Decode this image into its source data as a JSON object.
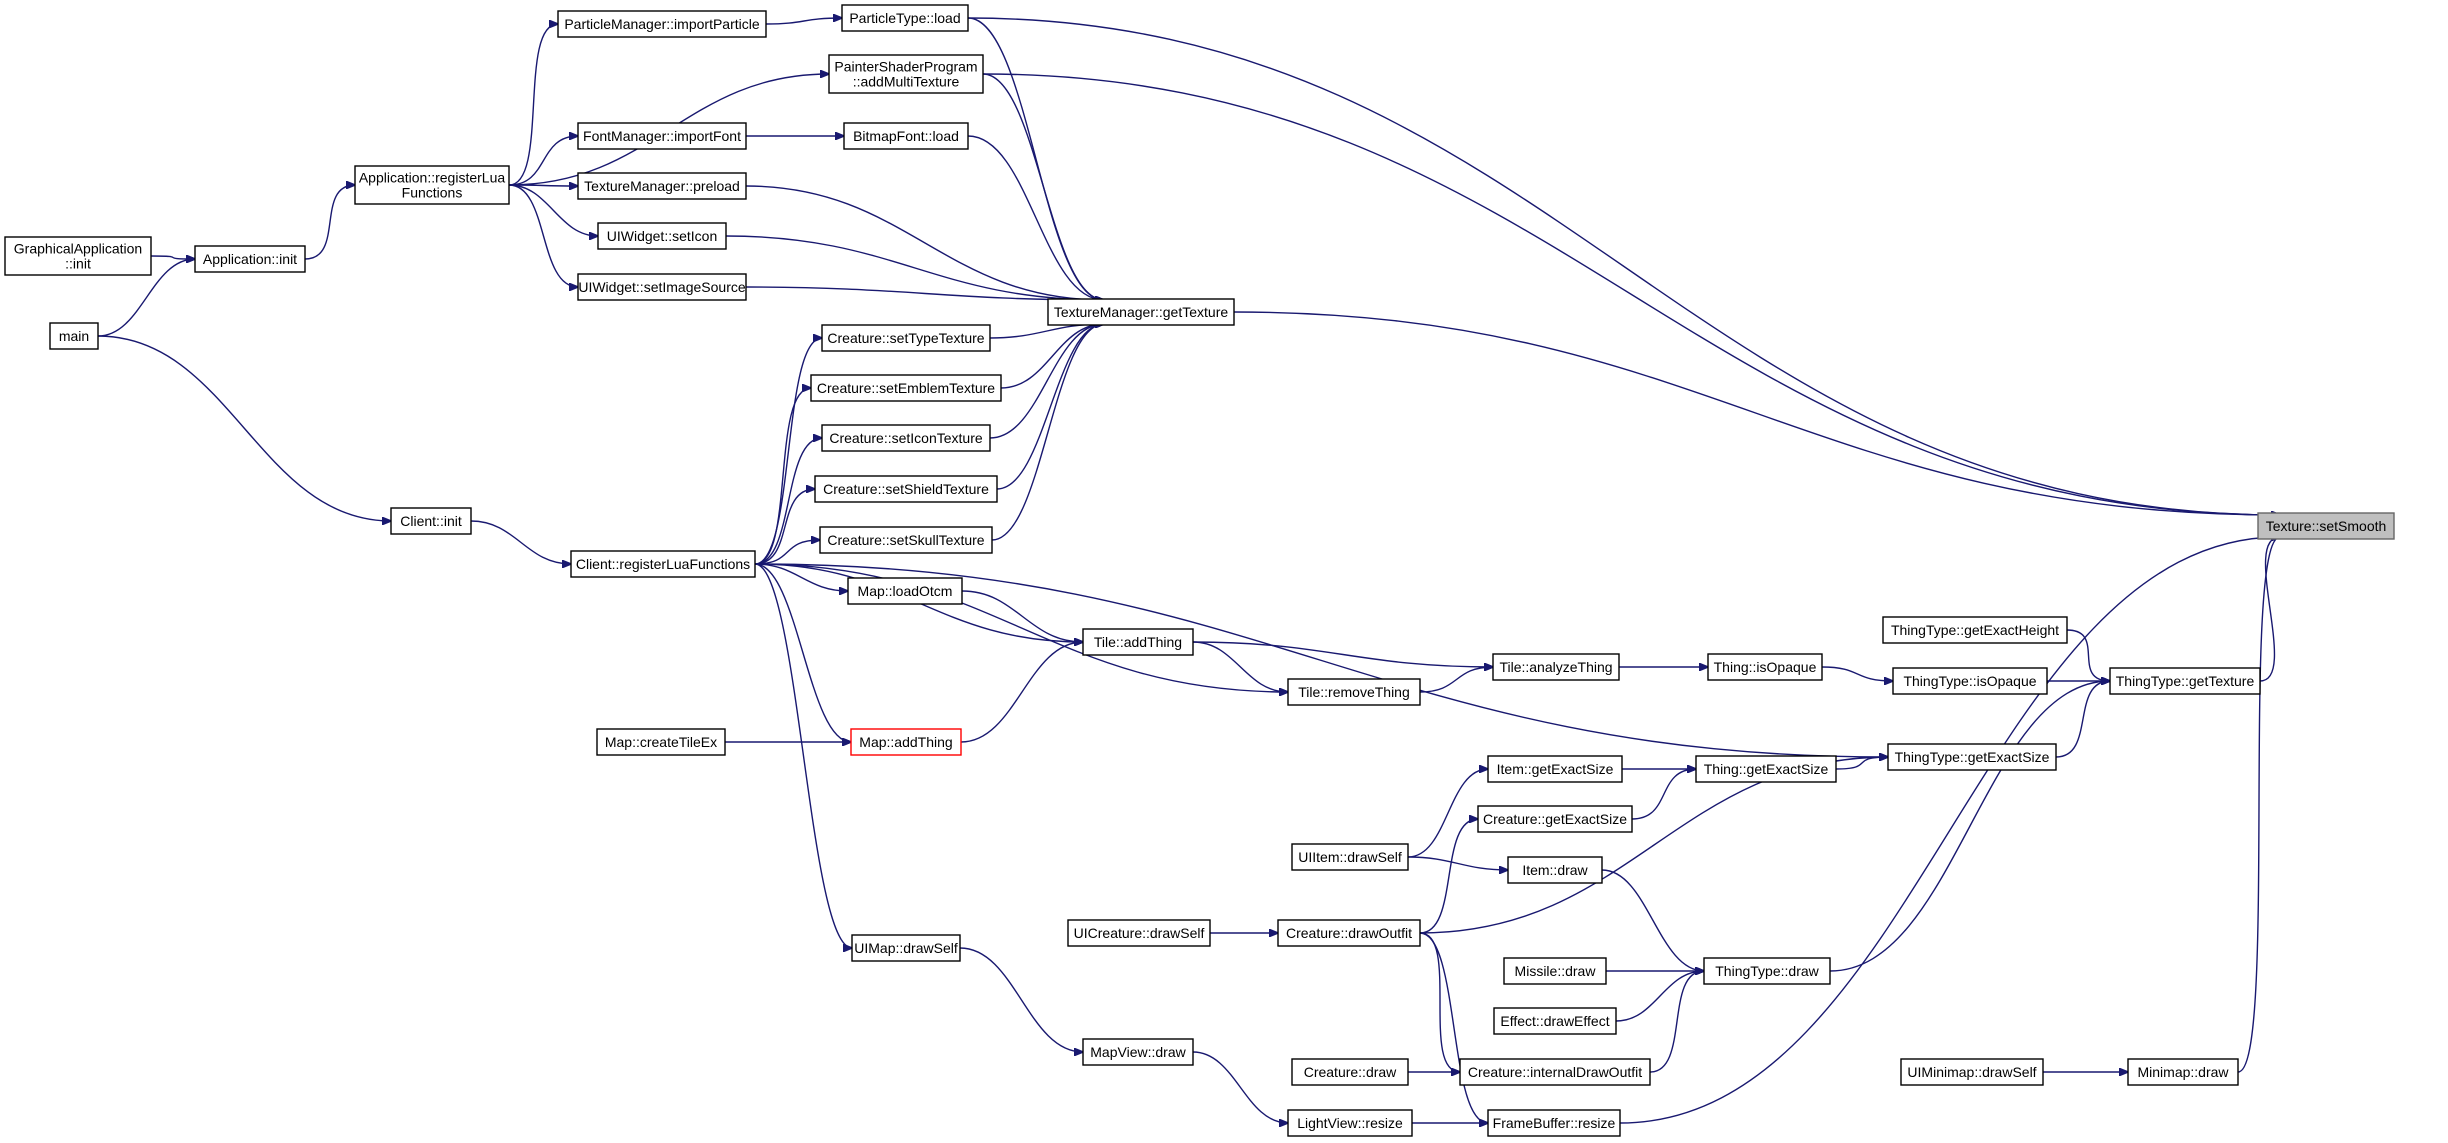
{
  "diagram": {
    "type": "call-graph",
    "root": "setSmooth",
    "colors": {
      "edge": "#191970",
      "node_border": "#000000",
      "root_fill": "#bfbfbf",
      "highlight_border": "#ff0000"
    },
    "nodes": [
      {
        "id": "setSmooth",
        "label": [
          "Texture::setSmooth"
        ]
      },
      {
        "id": "ptLoad",
        "label": [
          "ParticleType::load"
        ]
      },
      {
        "id": "pmImport",
        "label": [
          "ParticleManager::importParticle"
        ]
      },
      {
        "id": "pspAdd",
        "label": [
          "PainterShaderProgram",
          "::addMultiTexture"
        ]
      },
      {
        "id": "fmImport",
        "label": [
          "FontManager::importFont"
        ]
      },
      {
        "id": "bfLoad",
        "label": [
          "BitmapFont::load"
        ]
      },
      {
        "id": "appReg",
        "label": [
          "Application::registerLua",
          "Functions"
        ]
      },
      {
        "id": "tmPreload",
        "label": [
          "TextureManager::preload"
        ]
      },
      {
        "id": "gaInit",
        "label": [
          "GraphicalApplication",
          "::init"
        ]
      },
      {
        "id": "appInit",
        "label": [
          "Application::init"
        ]
      },
      {
        "id": "uiwIcon",
        "label": [
          "UIWidget::setIcon"
        ]
      },
      {
        "id": "uiwImg",
        "label": [
          "UIWidget::setImageSource"
        ]
      },
      {
        "id": "main",
        "label": [
          "main"
        ]
      },
      {
        "id": "tmGet",
        "label": [
          "TextureManager::getTexture"
        ]
      },
      {
        "id": "crType",
        "label": [
          "Creature::setTypeTexture"
        ]
      },
      {
        "id": "crEmblem",
        "label": [
          "Creature::setEmblemTexture"
        ]
      },
      {
        "id": "crIcon",
        "label": [
          "Creature::setIconTexture"
        ]
      },
      {
        "id": "crShield",
        "label": [
          "Creature::setShieldTexture"
        ]
      },
      {
        "id": "crSkull",
        "label": [
          "Creature::setSkullTexture"
        ]
      },
      {
        "id": "clInit",
        "label": [
          "Client::init"
        ]
      },
      {
        "id": "clReg",
        "label": [
          "Client::registerLuaFunctions"
        ]
      },
      {
        "id": "mapLoad",
        "label": [
          "Map::loadOtcm"
        ]
      },
      {
        "id": "tileAdd",
        "label": [
          "Tile::addThing"
        ]
      },
      {
        "id": "tileAnalyze",
        "label": [
          "Tile::analyzeThing"
        ]
      },
      {
        "id": "thingOpaque",
        "label": [
          "Thing::isOpaque"
        ]
      },
      {
        "id": "ttHeight",
        "label": [
          "ThingType::getExactHeight"
        ]
      },
      {
        "id": "ttOpaque",
        "label": [
          "ThingType::isOpaque"
        ]
      },
      {
        "id": "ttTex",
        "label": [
          "ThingType::getTexture"
        ]
      },
      {
        "id": "tileRemove",
        "label": [
          "Tile::removeThing"
        ]
      },
      {
        "id": "mapCreate",
        "label": [
          "Map::createTileEx"
        ]
      },
      {
        "id": "mapAdd",
        "label": [
          "Map::addThing"
        ],
        "highlight": true
      },
      {
        "id": "ttSize",
        "label": [
          "ThingType::getExactSize"
        ]
      },
      {
        "id": "itemSize",
        "label": [
          "Item::getExactSize"
        ]
      },
      {
        "id": "thingSize",
        "label": [
          "Thing::getExactSize"
        ]
      },
      {
        "id": "crSize",
        "label": [
          "Creature::getExactSize"
        ]
      },
      {
        "id": "uiItem",
        "label": [
          "UIItem::drawSelf"
        ]
      },
      {
        "id": "itemDraw",
        "label": [
          "Item::draw"
        ]
      },
      {
        "id": "uicDraw",
        "label": [
          "UICreature::drawSelf"
        ]
      },
      {
        "id": "crOutfit",
        "label": [
          "Creature::drawOutfit"
        ]
      },
      {
        "id": "uimap",
        "label": [
          "UIMap::drawSelf"
        ]
      },
      {
        "id": "missile",
        "label": [
          "Missile::draw"
        ]
      },
      {
        "id": "ttDraw",
        "label": [
          "ThingType::draw"
        ]
      },
      {
        "id": "effect",
        "label": [
          "Effect::drawEffect"
        ]
      },
      {
        "id": "mapview",
        "label": [
          "MapView::draw"
        ]
      },
      {
        "id": "crDraw",
        "label": [
          "Creature::draw"
        ]
      },
      {
        "id": "crInternal",
        "label": [
          "Creature::internalDrawOutfit"
        ]
      },
      {
        "id": "uimini",
        "label": [
          "UIMinimap::drawSelf"
        ]
      },
      {
        "id": "minimap",
        "label": [
          "Minimap::draw"
        ]
      },
      {
        "id": "lightview",
        "label": [
          "LightView::resize"
        ]
      },
      {
        "id": "fbResize",
        "label": [
          "FrameBuffer::resize"
        ]
      }
    ],
    "edges": [
      [
        "pmImport",
        "ptLoad"
      ],
      [
        "ptLoad",
        "setSmooth"
      ],
      [
        "pspAdd",
        "setSmooth"
      ],
      [
        "tmGet",
        "setSmooth"
      ],
      [
        "ttTex",
        "setSmooth"
      ],
      [
        "fbResize",
        "setSmooth"
      ],
      [
        "minimap",
        "setSmooth"
      ],
      [
        "appReg",
        "pmImport"
      ],
      [
        "appReg",
        "pspAdd"
      ],
      [
        "appReg",
        "fmImport"
      ],
      [
        "appReg",
        "tmPreload"
      ],
      [
        "appReg",
        "uiwIcon"
      ],
      [
        "appReg",
        "uiwImg"
      ],
      [
        "fmImport",
        "bfLoad"
      ],
      [
        "appInit",
        "appReg"
      ],
      [
        "gaInit",
        "appInit"
      ],
      [
        "main",
        "appInit"
      ],
      [
        "main",
        "clInit"
      ],
      [
        "clInit",
        "clReg"
      ],
      [
        "ptLoad",
        "tmGet"
      ],
      [
        "pspAdd",
        "tmGet"
      ],
      [
        "bfLoad",
        "tmGet"
      ],
      [
        "tmPreload",
        "tmGet"
      ],
      [
        "uiwIcon",
        "tmGet"
      ],
      [
        "uiwImg",
        "tmGet"
      ],
      [
        "crType",
        "tmGet"
      ],
      [
        "crEmblem",
        "tmGet"
      ],
      [
        "crIcon",
        "tmGet"
      ],
      [
        "crShield",
        "tmGet"
      ],
      [
        "crSkull",
        "tmGet"
      ],
      [
        "clReg",
        "crType"
      ],
      [
        "clReg",
        "crEmblem"
      ],
      [
        "clReg",
        "crIcon"
      ],
      [
        "clReg",
        "crShield"
      ],
      [
        "clReg",
        "crSkull"
      ],
      [
        "clReg",
        "mapLoad"
      ],
      [
        "clReg",
        "tileAdd"
      ],
      [
        "clReg",
        "tileRemove"
      ],
      [
        "clReg",
        "mapAdd"
      ],
      [
        "clReg",
        "ttSize"
      ],
      [
        "clReg",
        "uimap"
      ],
      [
        "mapLoad",
        "tileAdd"
      ],
      [
        "mapAdd",
        "tileAdd"
      ],
      [
        "mapCreate",
        "mapAdd"
      ],
      [
        "tileAdd",
        "tileAnalyze"
      ],
      [
        "tileAdd",
        "tileRemove"
      ],
      [
        "tileRemove",
        "tileAnalyze"
      ],
      [
        "tileAnalyze",
        "thingOpaque"
      ],
      [
        "thingOpaque",
        "ttOpaque"
      ],
      [
        "ttOpaque",
        "ttTex"
      ],
      [
        "ttHeight",
        "ttTex"
      ],
      [
        "ttSize",
        "ttTex"
      ],
      [
        "ttDraw",
        "ttTex"
      ],
      [
        "thingSize",
        "ttSize"
      ],
      [
        "crOutfit",
        "ttSize"
      ],
      [
        "itemSize",
        "thingSize"
      ],
      [
        "crSize",
        "thingSize"
      ],
      [
        "uiItem",
        "itemSize"
      ],
      [
        "uiItem",
        "itemDraw"
      ],
      [
        "crOutfit",
        "crSize"
      ],
      [
        "uicDraw",
        "crOutfit"
      ],
      [
        "itemDraw",
        "ttDraw"
      ],
      [
        "missile",
        "ttDraw"
      ],
      [
        "effect",
        "ttDraw"
      ],
      [
        "crInternal",
        "ttDraw"
      ],
      [
        "crOutfit",
        "crInternal"
      ],
      [
        "crOutfit",
        "fbResize"
      ],
      [
        "crDraw",
        "crInternal"
      ],
      [
        "uimap",
        "mapview"
      ],
      [
        "mapview",
        "lightview"
      ],
      [
        "lightview",
        "fbResize"
      ],
      [
        "uimini",
        "minimap"
      ]
    ]
  }
}
